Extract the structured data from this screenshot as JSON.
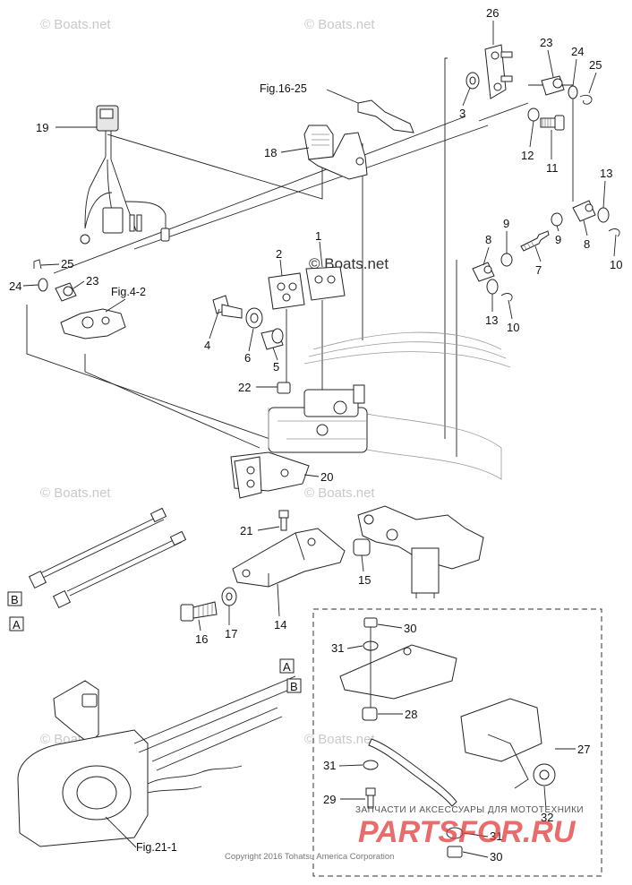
{
  "watermarks": [
    "© Boats.net",
    "© Boats.net",
    "© Boats.net",
    "© Boats.net",
    "© Boats.net",
    "© Boats.net"
  ],
  "watermark_center": "© Boats.net",
  "callouts": {
    "c1": "1",
    "c2": "2",
    "c3": "3",
    "c4": "4",
    "c5": "5",
    "c6": "6",
    "c7": "7",
    "c8a": "8",
    "c8b": "8",
    "c9a": "9",
    "c9b": "9",
    "c10a": "10",
    "c10b": "10",
    "c11": "11",
    "c12": "12",
    "c13a": "13",
    "c13b": "13",
    "c14": "14",
    "c15": "15",
    "c16": "16",
    "c17": "17",
    "c18": "18",
    "c19": "19",
    "c20": "20",
    "c21": "21",
    "c22": "22",
    "c23a": "23",
    "c23b": "23",
    "c24a": "24",
    "c24b": "24",
    "c25a": "25",
    "c25b": "25",
    "c26": "26",
    "c27": "27",
    "c28": "28",
    "c29": "29",
    "c30a": "30",
    "c30b": "30",
    "c31a": "31",
    "c31b": "31",
    "c31c": "31",
    "c32": "32"
  },
  "figure_refs": {
    "fig16": "Fig.16-25",
    "fig4": "Fig.4-2",
    "fig21": "Fig.21-1"
  },
  "box_labels": {
    "A1": "A",
    "B1": "B",
    "A2": "A",
    "B2": "B"
  },
  "copyright": "Copyright 2016 Tohatsu America Corporation",
  "promo": {
    "tagline": "ЗАПЧАСТИ И АКСЕССУАРЫ ДЛЯ МОТОТЕХНИКИ",
    "brand": "PARTSFOR.RU"
  },
  "colors": {
    "ink": "#222222",
    "watermark": "#c9c9c9",
    "brand": "#e13a3a"
  }
}
